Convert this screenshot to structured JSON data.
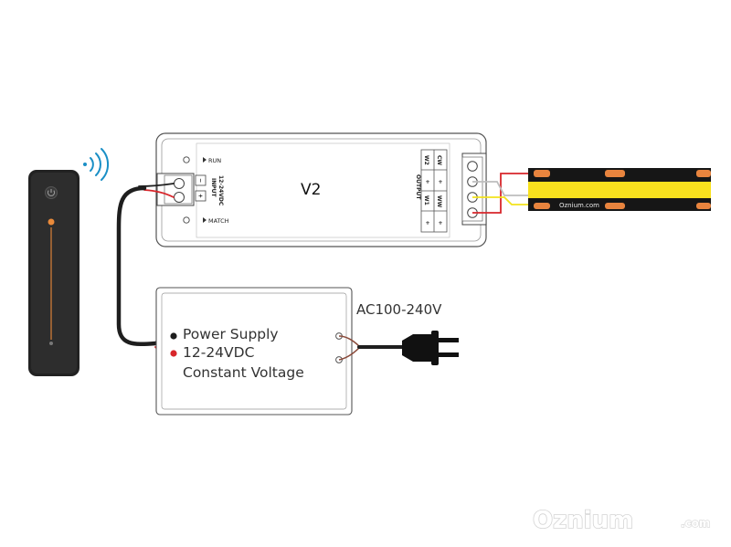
{
  "controller": {
    "model": "V2",
    "run_label": "RUN",
    "match_label": "MATCH",
    "input_label": "INPUT",
    "input_voltage": "12-24VDC",
    "input_minus": "−",
    "input_plus": "+",
    "output_label": "OUTPUT",
    "channels": [
      "W2",
      "CW",
      "W1",
      "WW"
    ],
    "plus": "+"
  },
  "power_supply": {
    "line1": "Power Supply",
    "line2": "12-24VDC",
    "line3": "Constant Voltage"
  },
  "mains": {
    "label": "AC100-240V"
  },
  "led_strip": {
    "brand": "Oznium.com"
  },
  "watermark": {
    "main": "Oznium",
    "suffix": ".com"
  },
  "colors": {
    "wire_red": "#d8262b",
    "wire_yellow": "#f2e21c",
    "wire_black": "#1e1e1e",
    "slider_orange": "#e98a3a",
    "strip_yellow": "#f8e11e",
    "pad_orange": "#e8843e"
  }
}
